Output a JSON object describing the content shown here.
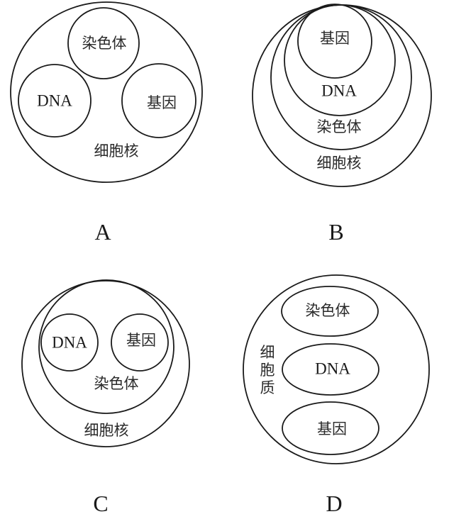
{
  "figure": {
    "description": "Four candidate diagrams showing the relationship between nucleus, chromosome, DNA and gene",
    "panels": [
      {
        "id": "A",
        "label": "A",
        "structure": "outer circle containing three separate circles",
        "outer_label": "细胞核",
        "inner": [
          {
            "name": "chromosome",
            "text": "染色体"
          },
          {
            "name": "dna",
            "text": "DNA"
          },
          {
            "name": "gene",
            "text": "基因"
          }
        ]
      },
      {
        "id": "B",
        "label": "B",
        "structure": "four nested circles sharing a top tangent point",
        "rings": [
          {
            "name": "gene",
            "text": "基因"
          },
          {
            "name": "dna",
            "text": "DNA"
          },
          {
            "name": "chromosome",
            "text": "染色体"
          },
          {
            "name": "nucleus",
            "text": "细胞核"
          }
        ]
      },
      {
        "id": "C",
        "label": "C",
        "structure": "nucleus circle containing chromosome circle, which contains two separate circles",
        "outer_label": "细胞核",
        "middle_label": "染色体",
        "inner": [
          {
            "name": "dna",
            "text": "DNA"
          },
          {
            "name": "gene",
            "text": "基因"
          }
        ]
      },
      {
        "id": "D",
        "label": "D",
        "structure": "outer circle containing three stacked ellipses",
        "outer_label": "细胞质",
        "inner": [
          {
            "name": "chromosome",
            "text": "染色体"
          },
          {
            "name": "dna",
            "text": "DNA"
          },
          {
            "name": "gene",
            "text": "基因"
          }
        ]
      }
    ]
  }
}
